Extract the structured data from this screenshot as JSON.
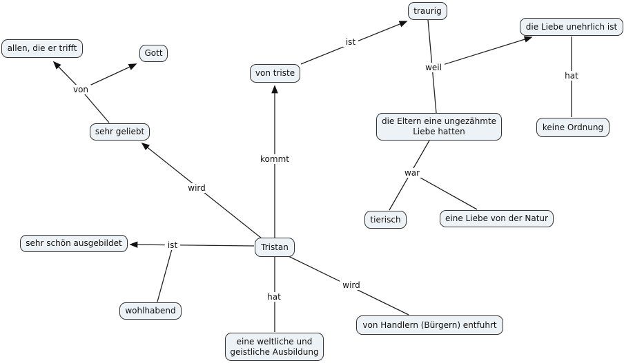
{
  "diagram": {
    "kind": "concept-map",
    "central_concept": "Tristan",
    "colors": {
      "background": "#ffffff",
      "node_fill": "#edf2f6",
      "node_border": "#333333",
      "line": "#222222",
      "text": "#111111"
    }
  },
  "nodes": {
    "allen": {
      "label": "allen, die er trifft"
    },
    "gott": {
      "label": "Gott"
    },
    "sehr_geliebt": {
      "label": "sehr geliebt"
    },
    "von_triste": {
      "label": "von triste"
    },
    "traurig": {
      "label": "traurig"
    },
    "liebe_unehrlich": {
      "label": "die Liebe unehrlich ist"
    },
    "keine_ordnung": {
      "label": "keine Ordnung"
    },
    "eltern": {
      "label": "die Eltern eine ungezähmte Liebe hatten"
    },
    "tierisch": {
      "label": "tierisch"
    },
    "liebe_natur": {
      "label": "eine Liebe von der Natur"
    },
    "tristan": {
      "label": "Tristan"
    },
    "ausgebildet": {
      "label": "sehr schön ausgebildet"
    },
    "wohlhabend": {
      "label": "wohlhabend"
    },
    "ausbildung": {
      "label": "eine weltliche und geistliche Ausbildung"
    },
    "entfuhrt": {
      "label": "von Handlern (Bürgern) entfuhrt"
    }
  },
  "edge_labels": {
    "von": "von",
    "ist_top": "ist",
    "weil": "weil",
    "hat_right": "hat",
    "war": "war",
    "kommt": "kommt",
    "wird_left": "wird",
    "ist_left": "ist",
    "hat_bottom": "hat",
    "wird_bottom": "wird"
  }
}
